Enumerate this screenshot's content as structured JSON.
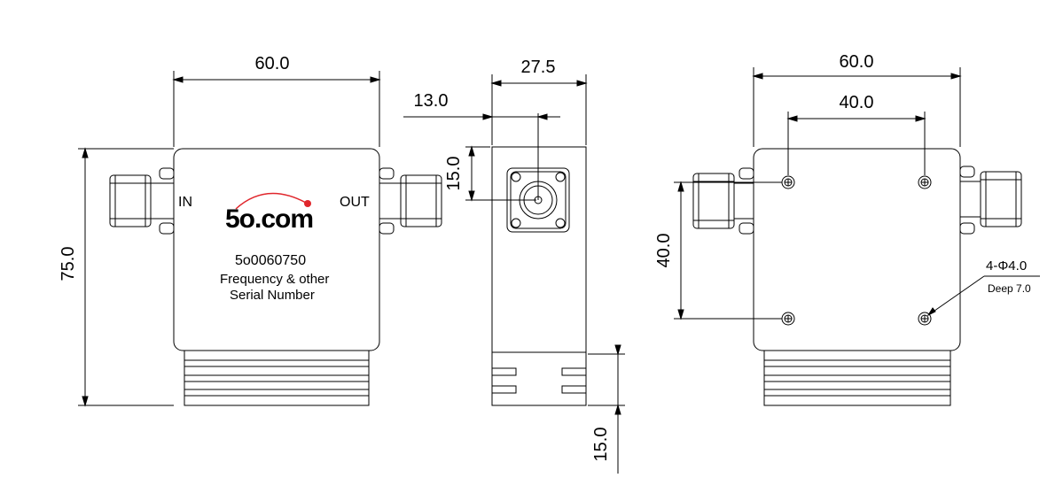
{
  "front_view": {
    "dim_width": "60.0",
    "dim_height": "75.0",
    "port_in": "IN",
    "port_out": "OUT",
    "logo_text": "5o.com",
    "logo_color": "#1f4fa8",
    "logo_dot_color": "#e0262c",
    "part_number": "5o0060750",
    "note_line1": "Frequency & other",
    "note_line2": "Serial Number"
  },
  "side_view": {
    "dim_width": "27.5",
    "dim_offset": "13.0",
    "dim_connector_height": "15.0",
    "dim_heatsink_height": "15.0"
  },
  "back_view": {
    "dim_width": "60.0",
    "dim_hole_spacing_x": "40.0",
    "dim_hole_spacing_y": "40.0",
    "hole_spec": "4-Φ4.0",
    "hole_depth": "Deep 7.0"
  }
}
